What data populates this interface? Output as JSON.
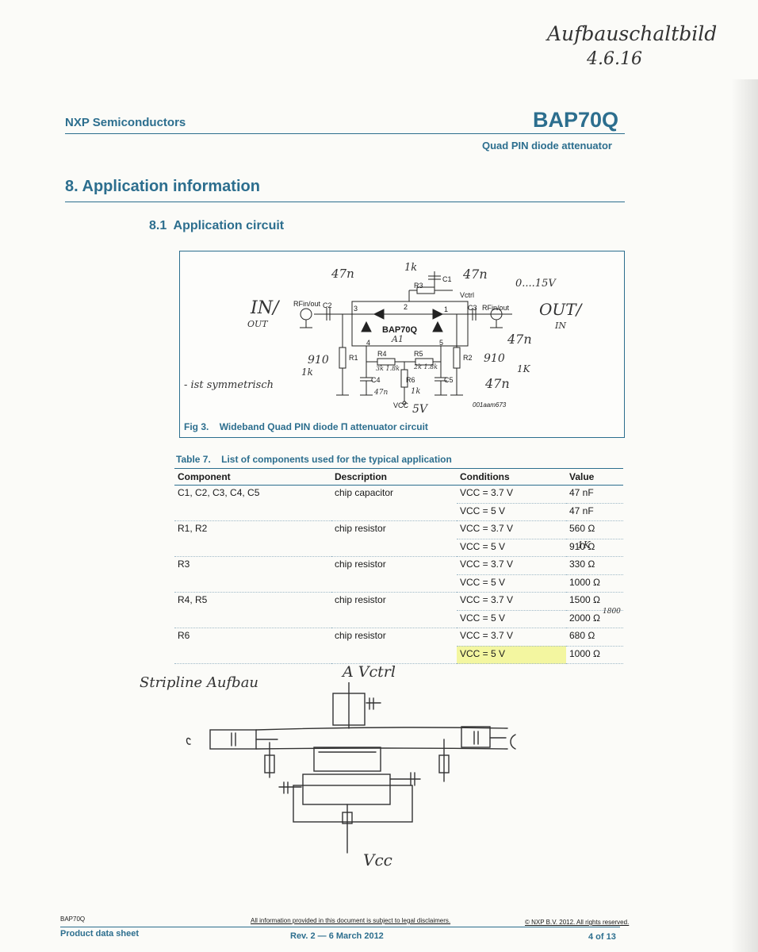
{
  "handwritten_top": {
    "line1": "Aufbauschaltbild",
    "line2": "4.6.16"
  },
  "header": {
    "company": "NXP Semiconductors",
    "part": "BAP70Q",
    "subtitle": "Quad PIN diode attenuator"
  },
  "section": {
    "number": "8.",
    "title": "Application information"
  },
  "subsection": {
    "number": "8.1",
    "title": "Application circuit"
  },
  "circuit": {
    "labels": {
      "rf_in": "RFin/out",
      "rf_out": "RFin/out",
      "c2": "C2",
      "c3": "C3",
      "c1": "C1",
      "r3": "R3",
      "r1": "R1",
      "r2": "R2",
      "r4": "R4",
      "r5": "R5",
      "r6": "R6",
      "c4": "C4",
      "c5": "C5",
      "vctrl": "Vctrl",
      "vcc": "VCC",
      "chip": "BAP70Q",
      "pin1": "1",
      "pin2": "2",
      "pin3": "3",
      "pin4": "4",
      "pin5": "5",
      "code": "001aam673"
    },
    "hand_notes": {
      "in_out": "IN/",
      "out_small": "OUT",
      "out_in": "OUT/",
      "in_small": "IN",
      "c2_val": "47n",
      "r3_val": "1k",
      "c1_val": "47n",
      "vctrl_range": "0....15V",
      "c3_val": "47n",
      "chip_ref": "A1",
      "r1_val": "910",
      "r1_alt": "1k",
      "r2_val": "910",
      "r2_alt": "1K",
      "r4_val": "3k 1.8k",
      "r5_val": "2k 1.8k",
      "r6_val": "1k",
      "c5_val": "47n",
      "c4_val": "47n",
      "vcc_val": "5V",
      "symmetric": "- ist symmetrisch"
    },
    "caption_num": "Fig 3.",
    "caption": "Wideband Quad PIN diode Π attenuator circuit"
  },
  "table": {
    "title_num": "Table 7.",
    "title": "List of components used for the typical application",
    "headers": [
      "Component",
      "Description",
      "Conditions",
      "Value"
    ],
    "rows": [
      {
        "component": "C1, C2, C3, C4, C5",
        "description": "chip capacitor",
        "conditions": "VCC = 3.7 V",
        "value": "47 nF"
      },
      {
        "component": "",
        "description": "",
        "conditions": "VCC = 5 V",
        "value": "47 nF"
      },
      {
        "component": "R1, R2",
        "description": "chip resistor",
        "conditions": "VCC = 3.7 V",
        "value": "560 Ω"
      },
      {
        "component": "",
        "description": "",
        "conditions": "VCC = 5 V",
        "value": "910 Ω"
      },
      {
        "component": "R3",
        "description": "chip resistor",
        "conditions": "VCC = 3.7 V",
        "value": "330 Ω"
      },
      {
        "component": "",
        "description": "",
        "conditions": "VCC = 5 V",
        "value": "1000 Ω"
      },
      {
        "component": "R4, R5",
        "description": "chip resistor",
        "conditions": "VCC = 3.7 V",
        "value": "1500 Ω"
      },
      {
        "component": "",
        "description": "",
        "conditions": "VCC = 5 V",
        "value": "2000 Ω"
      },
      {
        "component": "R6",
        "description": "chip resistor",
        "conditions": "VCC = 3.7 V",
        "value": "680 Ω"
      },
      {
        "component": "",
        "description": "",
        "conditions": "VCC = 5 V",
        "value": "1000 Ω"
      }
    ],
    "hand_annotations": {
      "r910": "1K",
      "r2000": "1800"
    }
  },
  "sketch": {
    "title": "Stripline Aufbau",
    "vctrl": "A Vctrl",
    "vcc": "Vcc"
  },
  "footer": {
    "part": "BAP70Q",
    "disclaimer": "All information provided in this document is subject to legal disclaimers.",
    "copyright": "© NXP B.V. 2012. All rights reserved.",
    "doc_type": "Product data sheet",
    "revision": "Rev. 2 — 6 March 2012",
    "page": "4 of 13"
  }
}
